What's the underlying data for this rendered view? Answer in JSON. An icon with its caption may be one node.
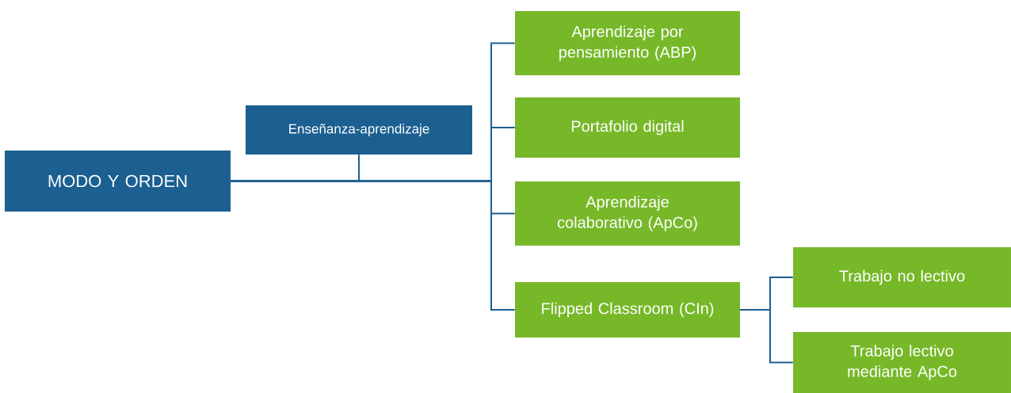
{
  "diagram": {
    "nodes": [
      {
        "text": [
          "MODO Y ORDEN"
        ]
      },
      {
        "text": [
          "Enseñanza-aprendizaje"
        ]
      },
      {
        "text": [
          "Aprendizaje por pensamiento (ABP)"
        ]
      },
      {
        "text": [
          "Portafolio digital"
        ]
      },
      {
        "text": [
          "Aprendizaje colaborativo (ApCo)"
        ]
      },
      {
        "text": [
          "Flipped Classroom (CIn)"
        ]
      },
      {
        "text": [
          "Trabajo no lectivo"
        ]
      },
      {
        "text": [
          "Trabajo lectivo mediante ApCo"
        ]
      }
    ],
    "edges": [
      {
        "from": 0,
        "to": 1,
        "arrow": "none"
      },
      {
        "from": 0,
        "to": 2,
        "arrow": "none"
      },
      {
        "from": 0,
        "to": 3,
        "arrow": "none"
      },
      {
        "from": 0,
        "to": 4,
        "arrow": "none"
      },
      {
        "from": 0,
        "to": 5,
        "arrow": "none"
      },
      {
        "from": 5,
        "to": 6,
        "arrow": "none"
      },
      {
        "from": 5,
        "to": 7,
        "arrow": "none"
      }
    ]
  }
}
